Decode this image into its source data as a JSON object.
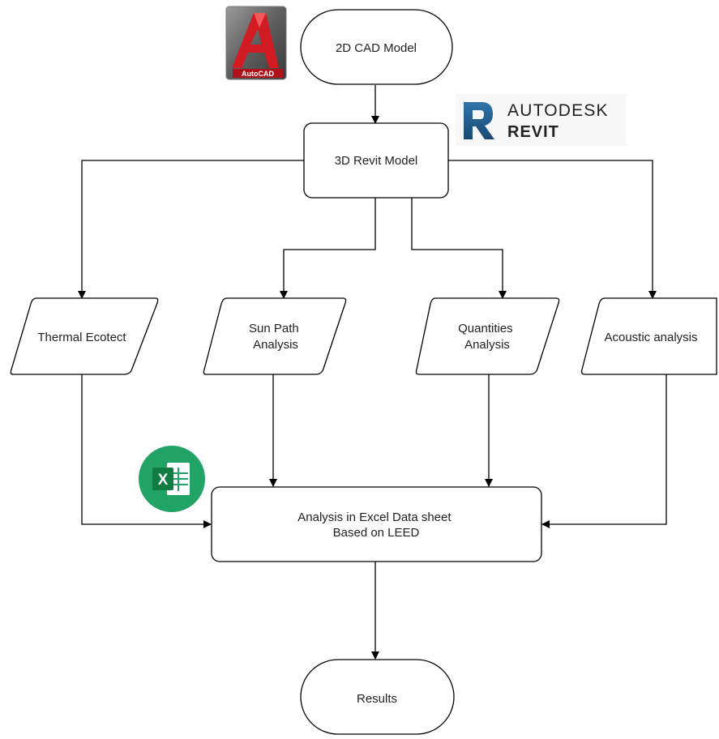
{
  "diagram": {
    "nodes": {
      "cad_model": {
        "label": "2D CAD Model"
      },
      "revit_model": {
        "label": "3D Revit Model"
      },
      "thermal": {
        "label": "Thermal Ecotect"
      },
      "sun_path": {
        "line1": "Sun Path",
        "line2": "Analysis"
      },
      "quantities": {
        "line1": "Quantities",
        "line2": "Analysis"
      },
      "acoustic": {
        "label": "Acoustic analysis"
      },
      "excel_analysis": {
        "line1": "Analysis in Excel Data sheet",
        "line2": "Based on LEED"
      },
      "results": {
        "label": "Results"
      }
    },
    "logos": {
      "autocad": {
        "text": "AutoCAD",
        "icon": "autocad-logo-icon",
        "color": "#c4161c"
      },
      "revit": {
        "line1": "AUTODESK",
        "line2": "REVIT",
        "icon": "revit-logo-icon",
        "color": "#1d4f7c"
      },
      "excel": {
        "icon": "excel-logo-icon",
        "color": "#21a366",
        "letter": "X"
      }
    }
  }
}
